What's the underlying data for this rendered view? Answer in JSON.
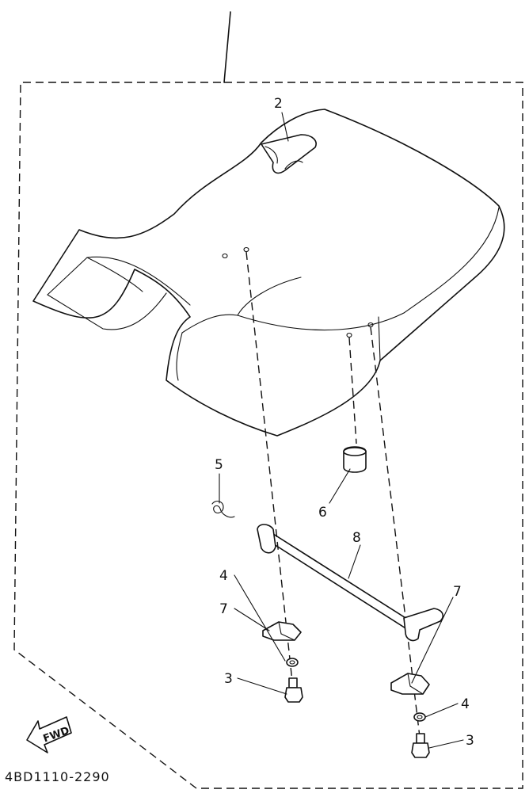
{
  "drawing_code": "4BD1110-2290",
  "direction_label": "FWD",
  "callouts": [
    {
      "id": "part-2",
      "number": "2"
    },
    {
      "id": "part-5",
      "number": "5"
    },
    {
      "id": "part-6",
      "number": "6"
    },
    {
      "id": "part-8",
      "number": "8"
    },
    {
      "id": "part-7-left",
      "number": "7"
    },
    {
      "id": "part-4-left",
      "number": "4"
    },
    {
      "id": "part-3-left",
      "number": "3"
    },
    {
      "id": "part-7-right",
      "number": "7"
    },
    {
      "id": "part-4-right",
      "number": "4"
    },
    {
      "id": "part-3-right",
      "number": "3"
    }
  ]
}
